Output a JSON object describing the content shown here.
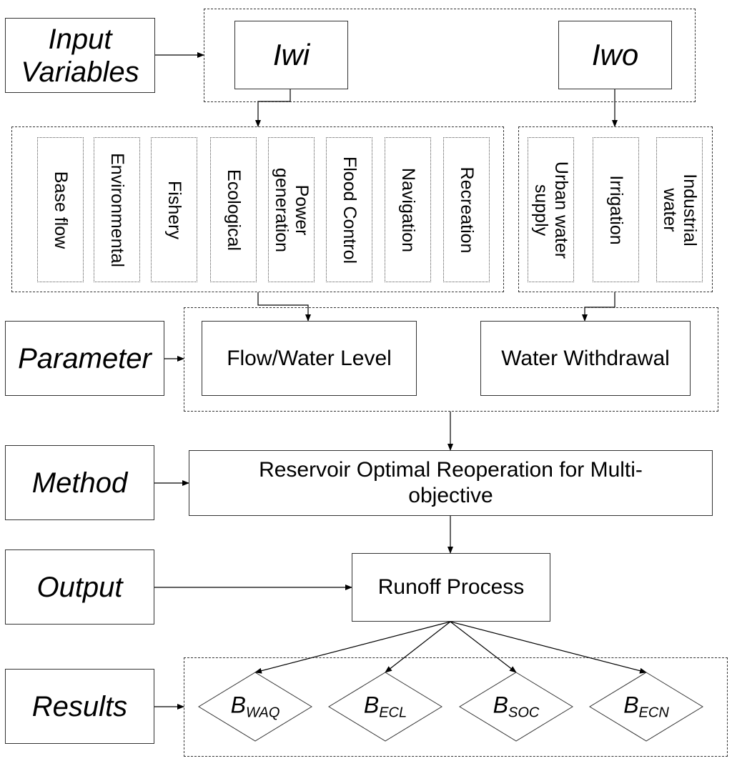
{
  "stages": {
    "input_line1": "Input",
    "input_line2": "Variables",
    "parameter": "Parameter",
    "method": "Method",
    "output": "Output",
    "results": "Results"
  },
  "inputs": {
    "iwi": "Iwi",
    "iwo": "Iwo"
  },
  "instream_uses": [
    [
      "Base flow"
    ],
    [
      "Environmental"
    ],
    [
      "Fishery"
    ],
    [
      "Ecological"
    ],
    [
      "Power",
      "generation"
    ],
    [
      "Flood Control"
    ],
    [
      "Navigation"
    ],
    [
      "Recreation"
    ]
  ],
  "offstream_uses": [
    [
      "Urban water",
      "supply"
    ],
    [
      "Irrigation"
    ],
    [
      "Industrial",
      "water"
    ]
  ],
  "parameters": {
    "flow_level": "Flow/Water Level",
    "withdrawal": "Water Withdrawal"
  },
  "method": {
    "line1": "Reservoir Optimal Reoperation for Multi-",
    "line2": "objective"
  },
  "output": {
    "runoff": "Runoff Process"
  },
  "results": [
    {
      "base": "B",
      "sub": "WAQ"
    },
    {
      "base": "B",
      "sub": "ECL"
    },
    {
      "base": "B",
      "sub": "SOC"
    },
    {
      "base": "B",
      "sub": "ECN"
    }
  ]
}
